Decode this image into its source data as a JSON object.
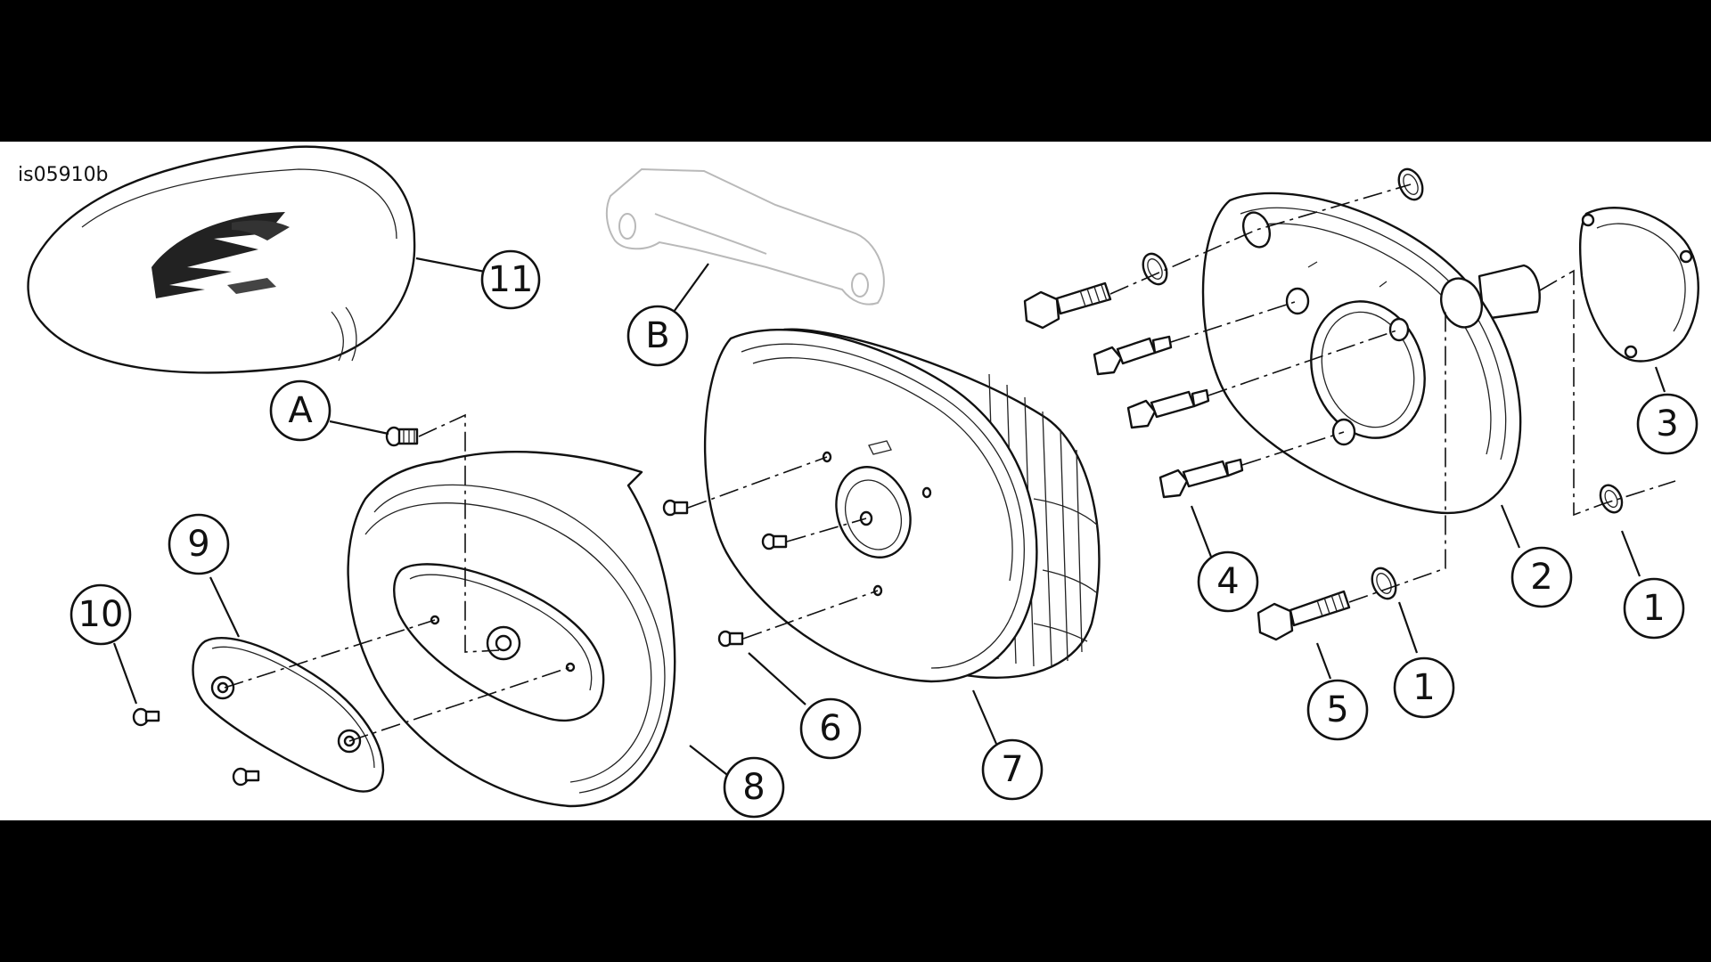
{
  "figure_id": "is05910b",
  "callouts": {
    "c1a": "1",
    "c1b": "1",
    "c2": "2",
    "c3": "3",
    "c4": "4",
    "c5": "5",
    "c6": "6",
    "c7": "7",
    "c8": "8",
    "c9": "9",
    "c10": "10",
    "c11": "11",
    "cA": "A",
    "cB": "B"
  },
  "colors": {
    "letterbox": "#000000",
    "panel": "#ffffff",
    "ink": "#111111",
    "ghost": "#b9b9b9"
  }
}
